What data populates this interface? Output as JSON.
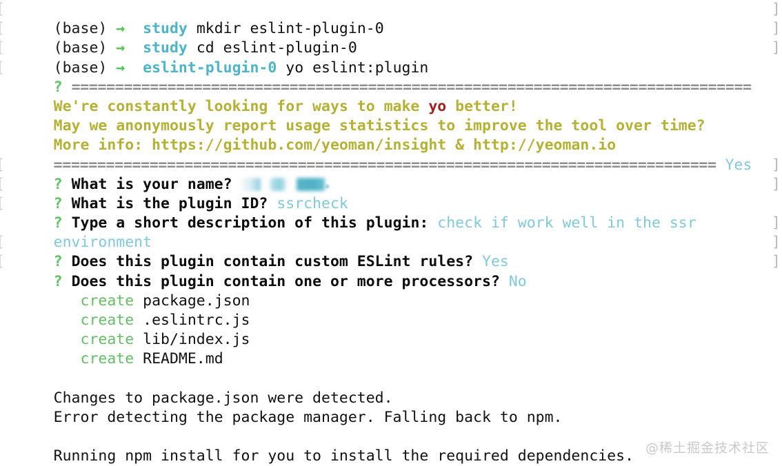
{
  "terminal": {
    "background_color": "#ffffff",
    "foreground_color": "#111111",
    "colors": {
      "green_arrow": "#4fc64f",
      "cyan_dir": "#4cb5c9",
      "green_question_mark": "#5dc560",
      "gray_separator": "#8c8c8c",
      "olive_insight": "#b5b135",
      "red_yo": "#a42020",
      "cyan_answer": "#7fc9da",
      "green_create": "#63bf63",
      "gray_edge_bracket": "#bdbdbd",
      "watermark": "#c9c9c9"
    },
    "separator_char": "=",
    "separator_long_count": 78,
    "separator_short_count": 76,
    "edge_bracket": "]",
    "edge_bracket_left": "["
  },
  "prompt": {
    "env": "(base)",
    "arrow": "→",
    "dir_short": "study",
    "dir_project": "eslint-plugin-0"
  },
  "commands": [
    {
      "env": "(base)",
      "arrow": "→",
      "dir": "study",
      "text": "mkdir eslint-plugin-0"
    },
    {
      "env": "(base)",
      "arrow": "→",
      "dir": "study",
      "text": "cd eslint-plugin-0"
    },
    {
      "env": "(base)",
      "arrow": "→",
      "dir": "eslint-plugin-0",
      "text": "yo eslint:plugin"
    }
  ],
  "insight": {
    "question_mark": "?",
    "line1": "We're constantly looking for ways to make ",
    "line1_highlight": "yo",
    "line1_tail": " better!",
    "line2": "May we anonymously report usage statistics to improve the tool over time?",
    "line3": "More info: https://github.com/yeoman/insight & http://yeoman.io",
    "answer": "Yes"
  },
  "prompts": [
    {
      "marker": "?",
      "question": "What is your name?",
      "answer": "",
      "redacted": true,
      "trailing": "."
    },
    {
      "marker": "?",
      "question": "What is the plugin ID?",
      "answer": "ssrcheck",
      "redacted": false
    },
    {
      "marker": "?",
      "question": "Type a short description of this plugin:",
      "answer": "check if work well in the ssr",
      "answer_wrap": "environment",
      "redacted": false
    },
    {
      "marker": "?",
      "question": "Does this plugin contain custom ESLint rules?",
      "answer": "Yes",
      "redacted": false
    },
    {
      "marker": "?",
      "question": "Does this plugin contain one or more processors?",
      "answer": "No",
      "redacted": false
    }
  ],
  "created_files": [
    {
      "action": "create",
      "file": "package.json"
    },
    {
      "action": "create",
      "file": ".eslintrc.js"
    },
    {
      "action": "create",
      "file": "lib/index.js"
    },
    {
      "action": "create",
      "file": "README.md"
    }
  ],
  "output": {
    "line_changes": "Changes to package.json were detected.",
    "line_error": "Error detecting the package manager. Falling back to npm.",
    "line_running": "Running npm install for you to install the required dependencies."
  },
  "watermark": "@稀土掘金技术社区"
}
